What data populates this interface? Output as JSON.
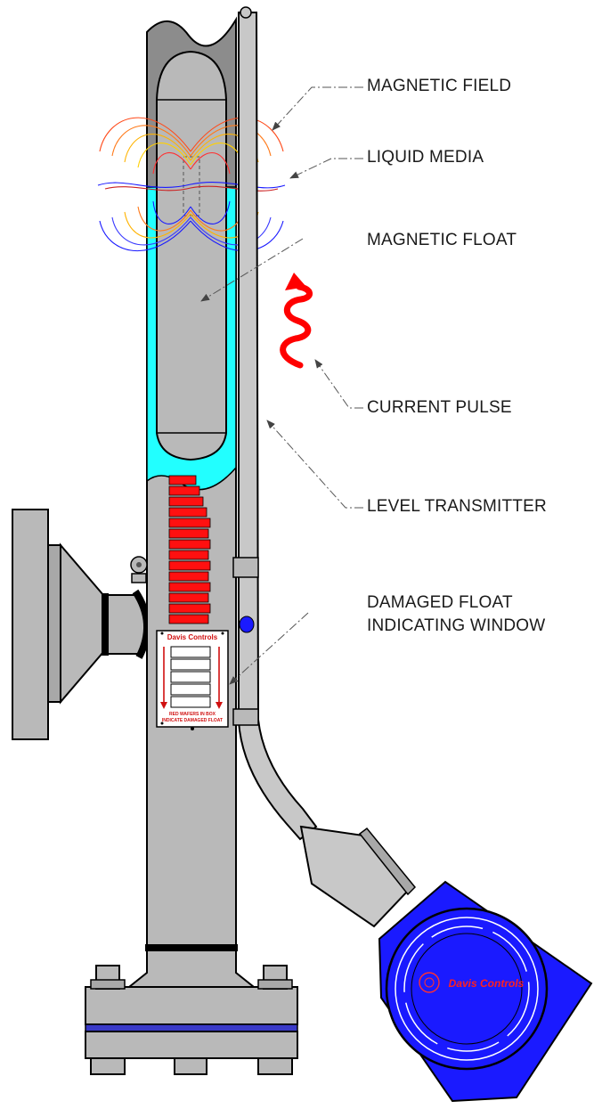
{
  "callouts": {
    "magnetic_field": "MAGNETIC FIELD",
    "liquid_media": "LIQUID MEDIA",
    "magnetic_float": "MAGNETIC FLOAT",
    "current_pulse": "CURRENT PULSE",
    "level_transmitter": "LEVEL TRANSMITTER",
    "damaged_float_line1": "DAMAGED FLOAT",
    "damaged_float_line2": "INDICATING WINDOW"
  },
  "indicator_window": {
    "brand": "Davis Controls",
    "note_line1": "RED WAFERS IN BOX",
    "note_line2": "INDICATE DAMAGED FLOAT"
  },
  "transmitter_head": {
    "brand": "Davis Controls"
  },
  "colors": {
    "body_gray": "#b9b9b9",
    "liquid": "#22ffff",
    "wafer_red": "#ff1010",
    "transmitter_blue": "#1a1aff",
    "pulse_red": "#ff0000",
    "outline": "#000000"
  }
}
